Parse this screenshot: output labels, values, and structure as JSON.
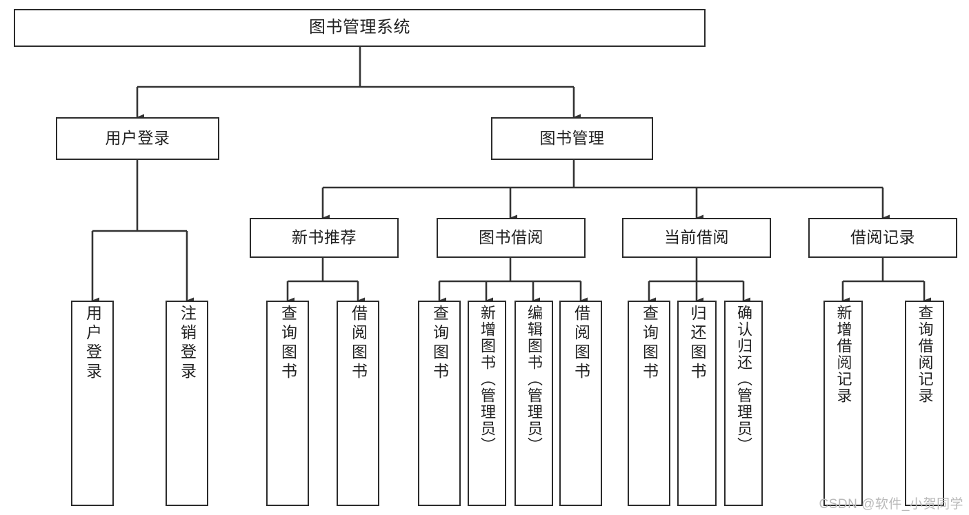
{
  "diagram": {
    "title": "图书管理系统",
    "type": "tree-hierarchy",
    "root": {
      "id": "root",
      "label": "图书管理系统"
    },
    "level2": [
      {
        "id": "user-login",
        "label": "用户登录"
      },
      {
        "id": "book-manage",
        "label": "图书管理"
      }
    ],
    "level3": [
      {
        "id": "new-book-recommend",
        "label": "新书推荐",
        "parent": "book-manage"
      },
      {
        "id": "book-borrow",
        "label": "图书借阅",
        "parent": "book-manage"
      },
      {
        "id": "current-borrow",
        "label": "当前借阅",
        "parent": "book-manage"
      },
      {
        "id": "borrow-record",
        "label": "借阅记录",
        "parent": "book-manage"
      }
    ],
    "leaves": [
      {
        "id": "leaf-user-login",
        "label": "用户登录",
        "parent": "user-login"
      },
      {
        "id": "leaf-logout-login",
        "label": "注销登录",
        "parent": "user-login"
      },
      {
        "id": "leaf-query-book-1",
        "label": "查询图书",
        "parent": "new-book-recommend"
      },
      {
        "id": "leaf-borrow-book-1",
        "label": "借阅图书",
        "parent": "new-book-recommend"
      },
      {
        "id": "leaf-query-book-2",
        "label": "查询图书",
        "parent": "book-borrow"
      },
      {
        "id": "leaf-add-book",
        "label": "新增图书（管理员）",
        "parent": "book-borrow"
      },
      {
        "id": "leaf-edit-book",
        "label": "编辑图书（管理员）",
        "parent": "book-borrow"
      },
      {
        "id": "leaf-borrow-book-2",
        "label": "借阅图书",
        "parent": "book-borrow"
      },
      {
        "id": "leaf-query-book-3",
        "label": "查询图书",
        "parent": "current-borrow"
      },
      {
        "id": "leaf-return-book",
        "label": "归还图书",
        "parent": "current-borrow"
      },
      {
        "id": "leaf-confirm-return",
        "label": "确认归还（管理员）",
        "parent": "current-borrow"
      },
      {
        "id": "leaf-add-record",
        "label": "新增借阅记录",
        "parent": "borrow-record"
      },
      {
        "id": "leaf-query-record",
        "label": "查询借阅记录",
        "parent": "borrow-record"
      }
    ],
    "colors": {
      "border": "#2b2b2b",
      "background": "#ffffff",
      "text": "#222222",
      "edge": "#333333",
      "watermark": "#b9b9b9"
    }
  },
  "watermark": {
    "text": "CSDN @软件_小贺同学"
  }
}
